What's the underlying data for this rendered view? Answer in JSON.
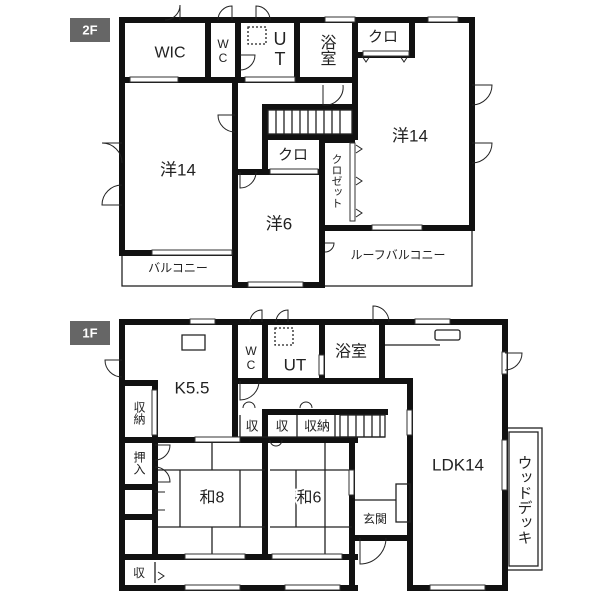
{
  "floor2": {
    "badge": "2F",
    "rooms": {
      "wic": "WIC",
      "wc": "WC",
      "ut": "UT",
      "bath": "浴室",
      "closet_top": "クロ",
      "western_left": "洋14",
      "western_right": "洋14",
      "closet_small": "クロ",
      "closet_long": "クロゼット",
      "western_small": "洋6",
      "balcony": "バルコニー",
      "roof_balcony": "ルーフバルコニー"
    }
  },
  "floor1": {
    "badge": "1F",
    "rooms": {
      "kitchen": "K5.5",
      "wc": "WC",
      "ut": "UT",
      "bath": "浴室",
      "storage_left": "収納",
      "storage_a": "収",
      "storage_b": "収",
      "storage_c": "収納",
      "oshiire": "押入",
      "japanese_8": "和8",
      "japanese_6": "和6",
      "entrance": "玄関",
      "ldk": "LDK14",
      "wood_deck": "ウッドデッキ",
      "storage_bottom": "収"
    }
  }
}
